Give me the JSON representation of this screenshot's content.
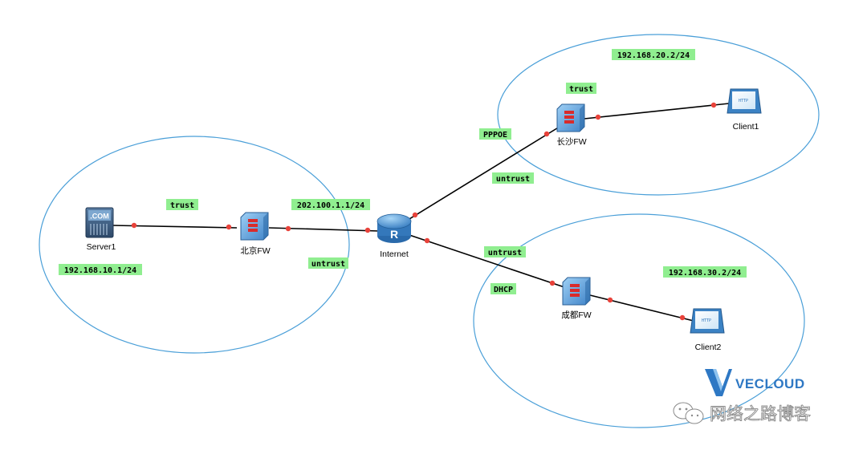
{
  "zones": {
    "beijing": {
      "subnet": "192.168.10.1/24",
      "trust": "trust",
      "wan_ip": "202.100.1.1/24",
      "untrust": "untrust"
    },
    "changsha": {
      "subnet": "192.168.20.2/24",
      "trust": "trust",
      "access": "PPPOE",
      "untrust": "untrust"
    },
    "chengdu": {
      "subnet": "192.168.30.2/24",
      "untrust": "untrust",
      "access": "DHCP"
    }
  },
  "nodes": {
    "server1": {
      "label": "Server1",
      "icon": "server-icon",
      "badge": ".COM"
    },
    "beijing_fw": {
      "label": "北京FW",
      "icon": "firewall-icon"
    },
    "internet": {
      "label": "Internet",
      "icon": "router-icon",
      "badge": "R"
    },
    "changsha_fw": {
      "label": "长沙FW",
      "icon": "firewall-icon"
    },
    "chengdu_fw": {
      "label": "成都FW",
      "icon": "firewall-icon"
    },
    "client1": {
      "label": "Client1",
      "icon": "client-pc-icon",
      "screen_text": "HTTP"
    },
    "client2": {
      "label": "Client2",
      "icon": "client-pc-icon",
      "screen_text": "HTTP"
    }
  },
  "branding": {
    "logo_text": "VECLOUD",
    "watermark": "网络之路博客"
  },
  "colors": {
    "zone_border": "#4a9fd8",
    "label_bg": "#90ee90",
    "link": "#000000",
    "port": "#e8423a",
    "brand": "#2e78c4"
  }
}
